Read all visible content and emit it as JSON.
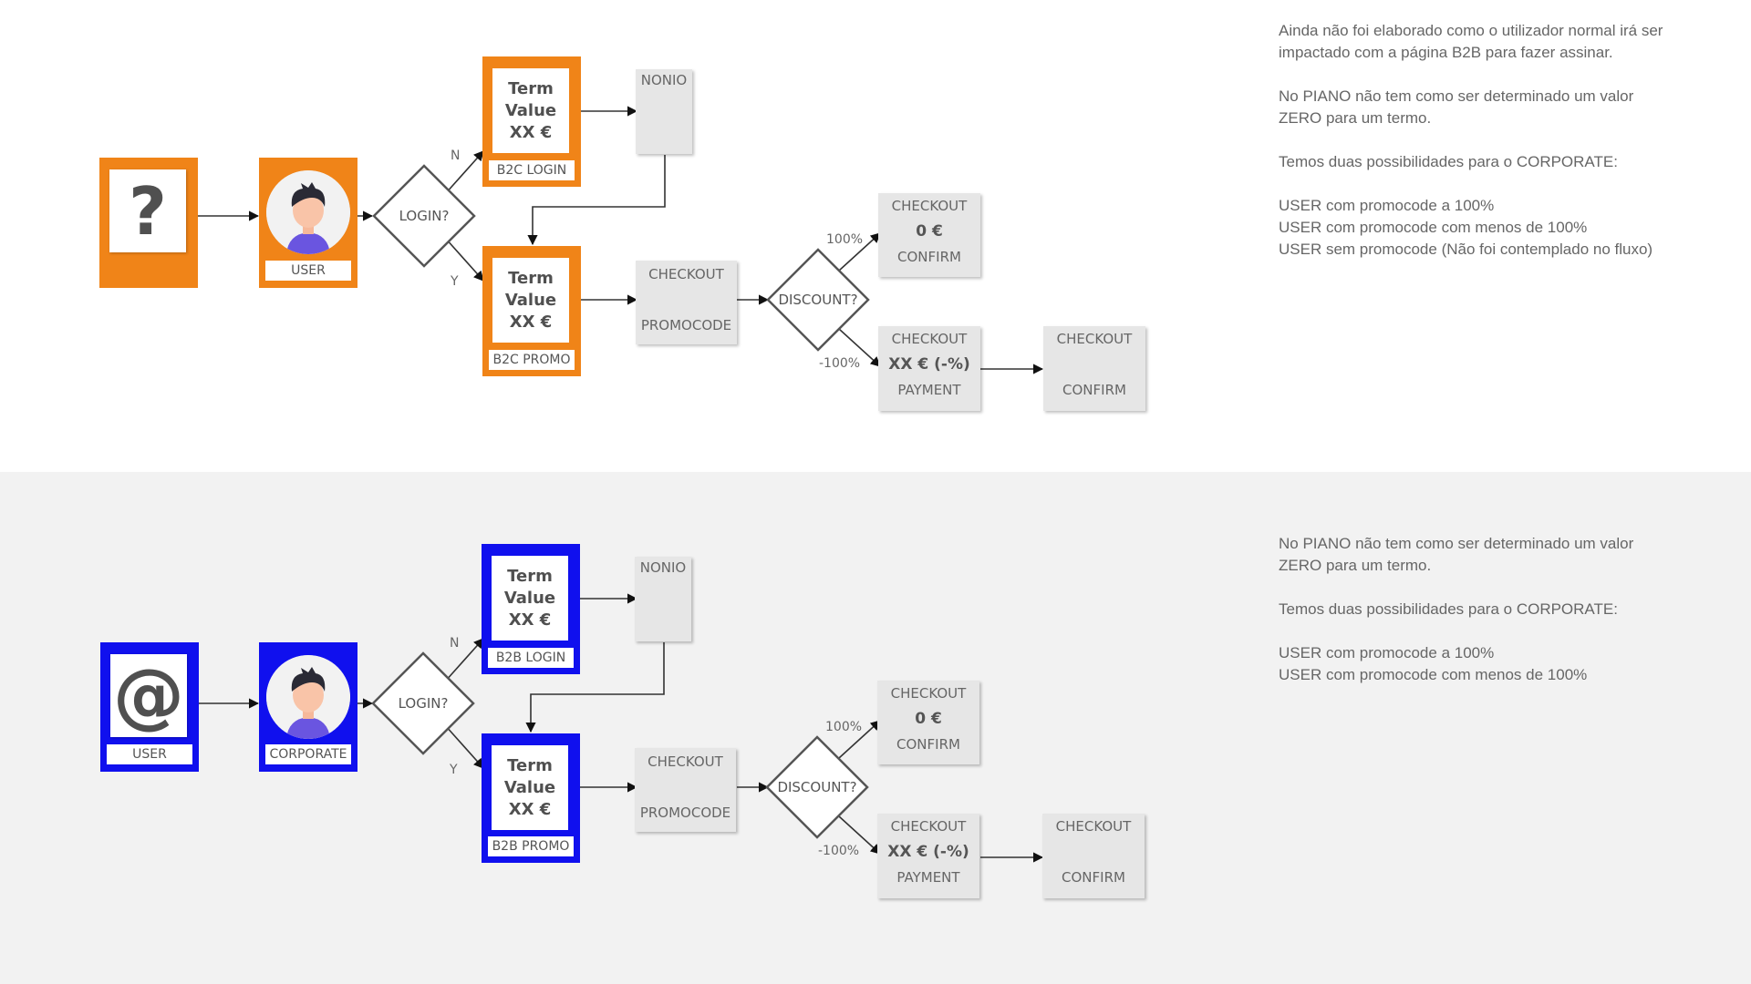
{
  "colors": {
    "orange": "#f08418",
    "blue": "#1010ee",
    "gray_box": "#e6e6e6",
    "band": "#f2f2f2"
  },
  "top_flow": {
    "start_icon": "?",
    "user_label": "USER",
    "login_decision": "LOGIN?",
    "branch_no": "N",
    "branch_yes": "Y",
    "login_card": {
      "line1": "Term",
      "line2": "Value",
      "line3": "XX €",
      "tag": "B2C LOGIN"
    },
    "promo_card": {
      "line1": "Term",
      "line2": "Value",
      "line3": "XX €",
      "tag": "B2C PROMO"
    },
    "nonio": "NONIO",
    "checkout_promo": {
      "title": "CHECKOUT",
      "sub": "PROMOCODE"
    },
    "discount_decision": "DISCOUNT?",
    "pct_full": "100%",
    "pct_partial": "-100%",
    "checkout_zero": {
      "title": "CHECKOUT",
      "value": "0 €",
      "sub": "CONFIRM"
    },
    "checkout_pay": {
      "title": "CHECKOUT",
      "value": "XX € (-%)",
      "sub": "PAYMENT"
    },
    "checkout_confirm": {
      "title": "CHECKOUT",
      "sub": "CONFIRM"
    }
  },
  "bottom_flow": {
    "start_icon": "@",
    "start_label": "USER",
    "user_label": "CORPORATE",
    "login_decision": "LOGIN?",
    "branch_no": "N",
    "branch_yes": "Y",
    "login_card": {
      "line1": "Term",
      "line2": "Value",
      "line3": "XX €",
      "tag": "B2B LOGIN"
    },
    "promo_card": {
      "line1": "Term",
      "line2": "Value",
      "line3": "XX €",
      "tag": "B2B PROMO"
    },
    "nonio": "NONIO",
    "checkout_promo": {
      "title": "CHECKOUT",
      "sub": "PROMOCODE"
    },
    "discount_decision": "DISCOUNT?",
    "pct_full": "100%",
    "pct_partial": "-100%",
    "checkout_zero": {
      "title": "CHECKOUT",
      "value": "0 €",
      "sub": "CONFIRM"
    },
    "checkout_pay": {
      "title": "CHECKOUT",
      "value": "XX € (-%)",
      "sub": "PAYMENT"
    },
    "checkout_confirm": {
      "title": "CHECKOUT",
      "sub": "CONFIRM"
    }
  },
  "notes_top": [
    "Ainda não foi elaborado como o utilizador normal irá ser",
    "impactado com a página B2B para fazer assinar.",
    "",
    "No PIANO não tem como ser determinado um valor",
    "ZERO para um termo.",
    "",
    "Temos duas possibilidades para o CORPORATE:",
    "",
    "USER com promocode a 100%",
    "USER com promocode com menos de 100%",
    "USER sem promocode (Não foi contemplado no fluxo)"
  ],
  "notes_bottom": [
    "No PIANO não tem como ser determinado um valor",
    "ZERO para um termo.",
    "",
    "Temos duas possibilidades para o CORPORATE:",
    "",
    "USER com promocode a 100%",
    "USER com promocode com menos de 100%"
  ]
}
